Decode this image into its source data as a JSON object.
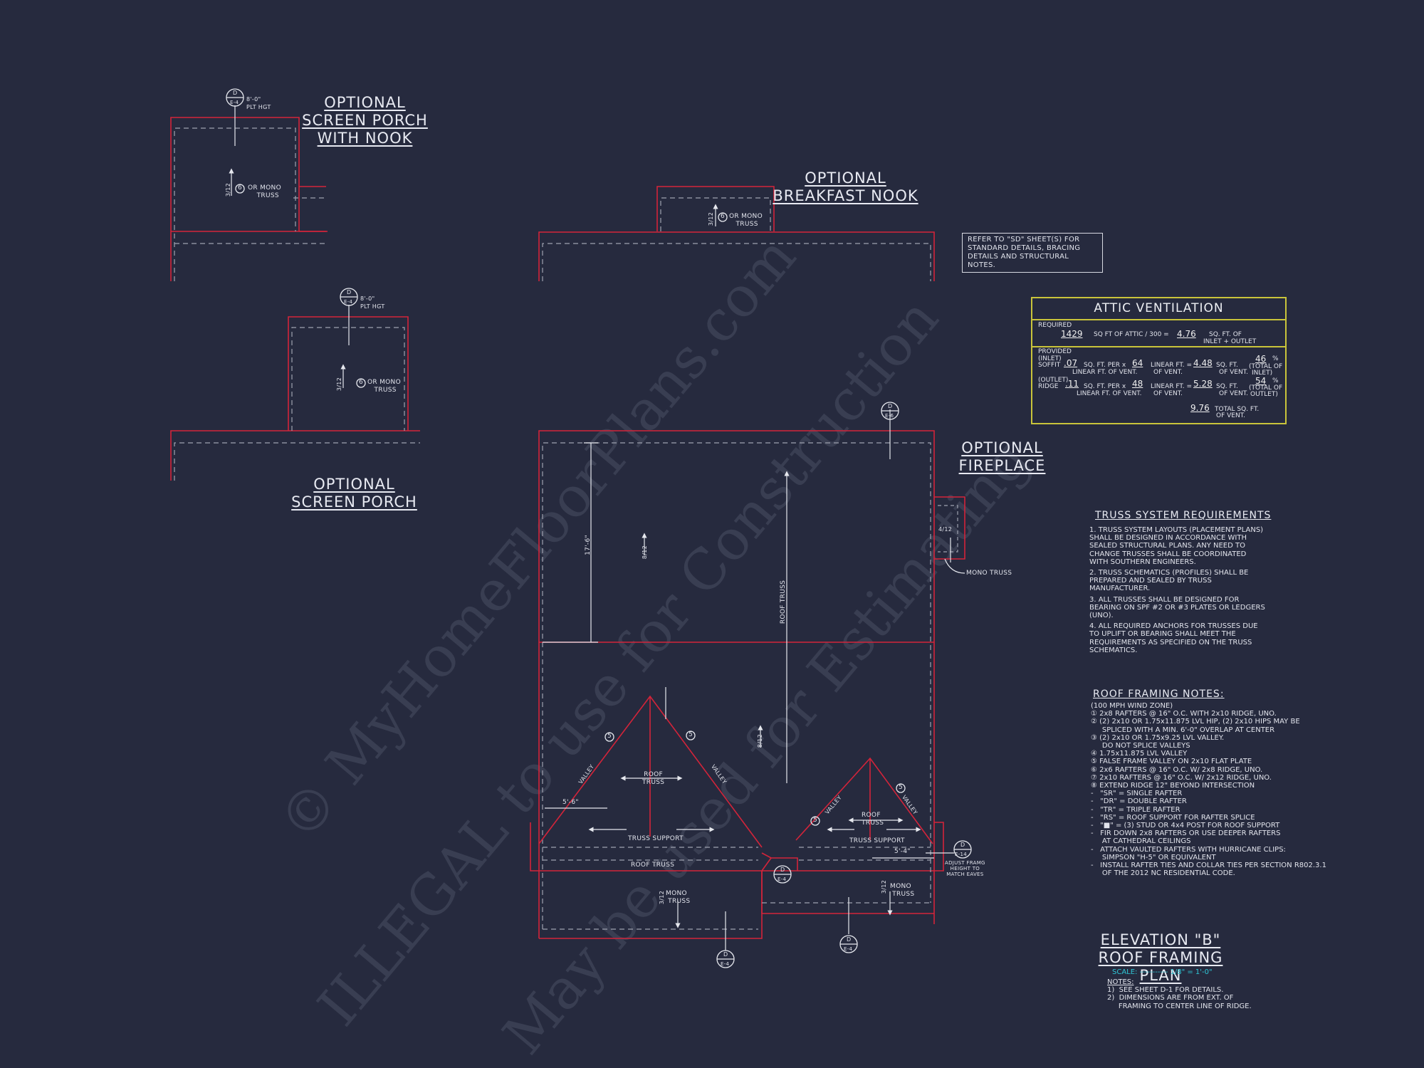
{
  "titles": {
    "screen_porch_nook": [
      "OPTIONAL",
      "SCREEN PORCH",
      "WITH NOOK"
    ],
    "screen_porch": [
      "OPTIONAL",
      "SCREEN PORCH"
    ],
    "breakfast_nook": [
      "OPTIONAL",
      "BREAKFAST NOOK"
    ],
    "fireplace": [
      "OPTIONAL",
      "FIREPLACE"
    ],
    "elevation": [
      "ELEVATION \"B\"",
      "ROOF FRAMING PLAN"
    ]
  },
  "refer_note": [
    "REFER TO \"SD\" SHEET(S) FOR",
    "STANDARD DETAILS, BRACING",
    "DETAILS AND STRUCTURAL NOTES."
  ],
  "attic": {
    "title": "ATTIC VENTILATION",
    "required_label": "REQUIRED",
    "sqft_attic": "1429",
    "sqft_text": "SQ FT OF ATTIC / 300 =",
    "required_value": "4.76",
    "required_unit": "SQ. FT. OF",
    "inlet_outlet": "INLET + OUTLET",
    "provided_label": "PROVIDED",
    "inlet_label": "(INLET)",
    "soffit_label": "SOFFIT",
    "soffit_rate": ".07",
    "per_text": "SQ. FT. PER x",
    "soffit_ft": "64",
    "linear_text": "LINEAR FT. =",
    "soffit_total": "4.48",
    "sqft_text2": "SQ. FT.",
    "soffit_pct": "46",
    "pct": "%",
    "total_of": "(TOTAL OF",
    "inlet_close": "INLET)",
    "outlet_label": "(OUTLET)",
    "ridge_label": "RIDGE",
    "ridge_rate": ".11",
    "ridge_ft": "48",
    "ridge_total": "5.28",
    "ridge_pct": "54",
    "outlet_close": "OUTLET)",
    "lin_vent": "LINEAR FT. OF VENT.",
    "of_vent": "OF VENT.",
    "total_value": "9.76",
    "total_text": "TOTAL SQ. FT.",
    "of_vent2": "OF VENT."
  },
  "truss_req": {
    "title": "TRUSS SYSTEM REQUIREMENTS",
    "items": [
      "1. TRUSS SYSTEM LAYOUTS (PLACEMENT PLANS)",
      "SHALL BE DESIGNED IN ACCORDANCE WITH",
      "SEALED STRUCTURAL PLANS. ANY NEED TO",
      "CHANGE TRUSSES SHALL BE COORDINATED",
      "WITH SOUTHERN ENGINEERS.",
      "",
      "2. TRUSS SCHEMATICS (PROFILES) SHALL BE",
      "PREPARED AND SEALED BY TRUSS",
      "MANUFACTURER.",
      "",
      "3. ALL TRUSSES SHALL BE DESIGNED FOR",
      "BEARING ON SPF #2 OR #3 PLATES OR LEDGERS",
      "(UNO).",
      "",
      "4. ALL REQUIRED ANCHORS FOR TRUSSES DUE",
      "TO UPLIFT OR BEARING SHALL MEET THE",
      "REQUIREMENTS AS SPECIFIED ON THE TRUSS",
      "SCHEMATICS."
    ]
  },
  "roof_notes": {
    "title": "ROOF FRAMING NOTES:",
    "items": [
      "(100 MPH WIND ZONE)",
      "① 2x8 RAFTERS @ 16\" O.C. WITH 2x10 RIDGE, UNO.",
      "② (2) 2x10 OR 1.75x11.875 LVL HIP, (2) 2x10 HIPS MAY BE",
      "     SPLICED WITH A MIN. 6'-0\" OVERLAP AT CENTER",
      "③ (2) 2x10 OR 1.75x9.25 LVL VALLEY.",
      "     DO NOT SPLICE VALLEYS",
      "④ 1.75x11.875 LVL VALLEY",
      "⑤ FALSE FRAME VALLEY ON 2x10 FLAT PLATE",
      "⑥ 2x6 RAFTERS @ 16\" O.C. W/ 2x8 RIDGE, UNO.",
      "⑦ 2x10 RAFTERS @ 16\" O.C. W/ 2x12 RIDGE, UNO.",
      "⑧ EXTEND RIDGE 12\" BEYOND INTERSECTION",
      "-   \"SR\" = SINGLE RAFTER",
      "-   \"DR\" = DOUBLE RAFTER",
      "-   \"TR\" = TRIPLE RAFTER",
      "-   \"RS\" = ROOF SUPPORT FOR RAFTER SPLICE",
      "-   \"■\" = (3) STUD OR 4x4 POST FOR ROOF SUPPORT",
      "-   FIR DOWN 2x8 RAFTERS OR USE DEEPER RAFTERS",
      "     AT CATHEDRAL CEILINGS",
      "-   ATTACH VAULTED RAFTERS WITH HURRICANE CLIPS:",
      "     SIMPSON \"H-5\" OR EQUIVALENT",
      "-   INSTALL RAFTER TIES AND COLLAR TIES PER SECTION R802.3.1",
      "     OF THE 2012 NC RESIDENTIAL CODE."
    ]
  },
  "scale_label": "SCALE: ----------- 1/8\" = 1'-0\"",
  "notes": [
    "NOTES:",
    "1)  SEE SHEET D-1 FOR DETAILS.",
    "2)  DIMENSIONS ARE FROM EXT. OF",
    "     FRAMING TO CENTER LINE OF RIDGE."
  ],
  "plan_labels": {
    "or_mono_truss": "OR MONO",
    "truss": "TRUSS",
    "pitch_3_12": "3/12",
    "pitch_8_12": "8/12",
    "pitch_4_12": "4/12",
    "plt_hgt": "8'-0\"",
    "plt_hgt2": "PLT HGT",
    "dim_17_6": "17'-6\"",
    "dim_5_6": "5'-6\"",
    "dim_5_4": "5'-4\"",
    "roof_truss_vert": "ROOF TRUSS",
    "roof": "ROOF",
    "truss_support": "TRUSS SUPPORT",
    "roof_truss": "ROOF TRUSS",
    "valley": "VALLEY",
    "mono_truss": "MONO TRUSS",
    "mono": "MONO",
    "adjust": [
      "ADJUST FRAMG",
      "HEIGHT TO",
      "MATCH EAVES"
    ],
    "circ_5": "5",
    "circ_6": "6",
    "sect_d": "D",
    "sect_e4": "E-4",
    "sect_e6": "E-6",
    "sect_e14": "E-14"
  },
  "watermark": [
    "© MyHomeFloorPlans.com",
    "ILLEGAL to use for Construction",
    "May be used for Estimating"
  ]
}
